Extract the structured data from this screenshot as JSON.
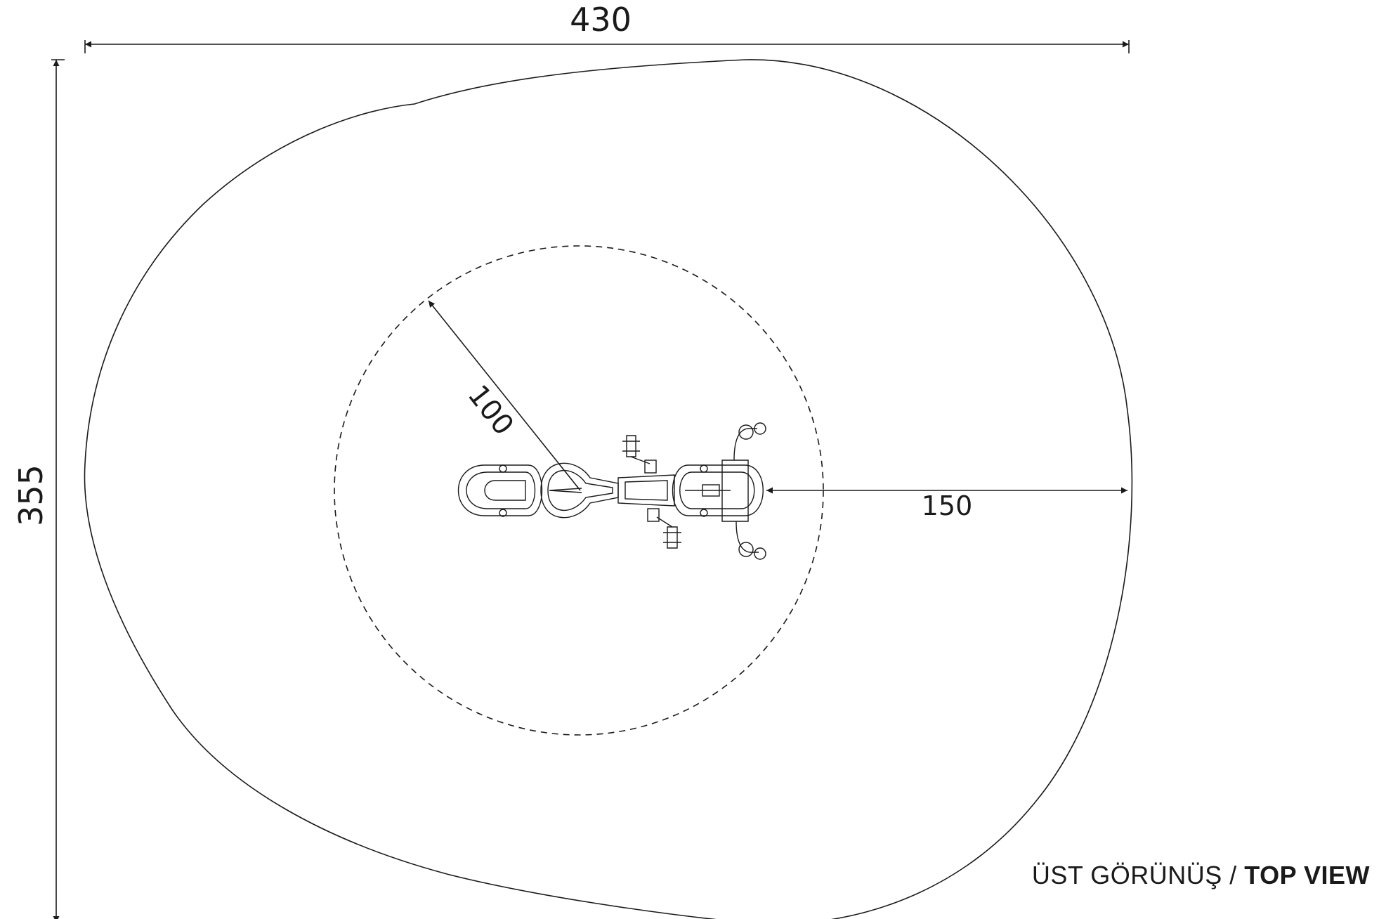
{
  "dimensions": {
    "width": "430",
    "height": "355",
    "radius": "100",
    "clearance": "150"
  },
  "caption": {
    "turkish": "ÜST GÖRÜNÜŞ",
    "separator": "/",
    "english": "TOP VIEW"
  },
  "colors": {
    "line": "#1a1a1a",
    "background": "#ffffff"
  }
}
